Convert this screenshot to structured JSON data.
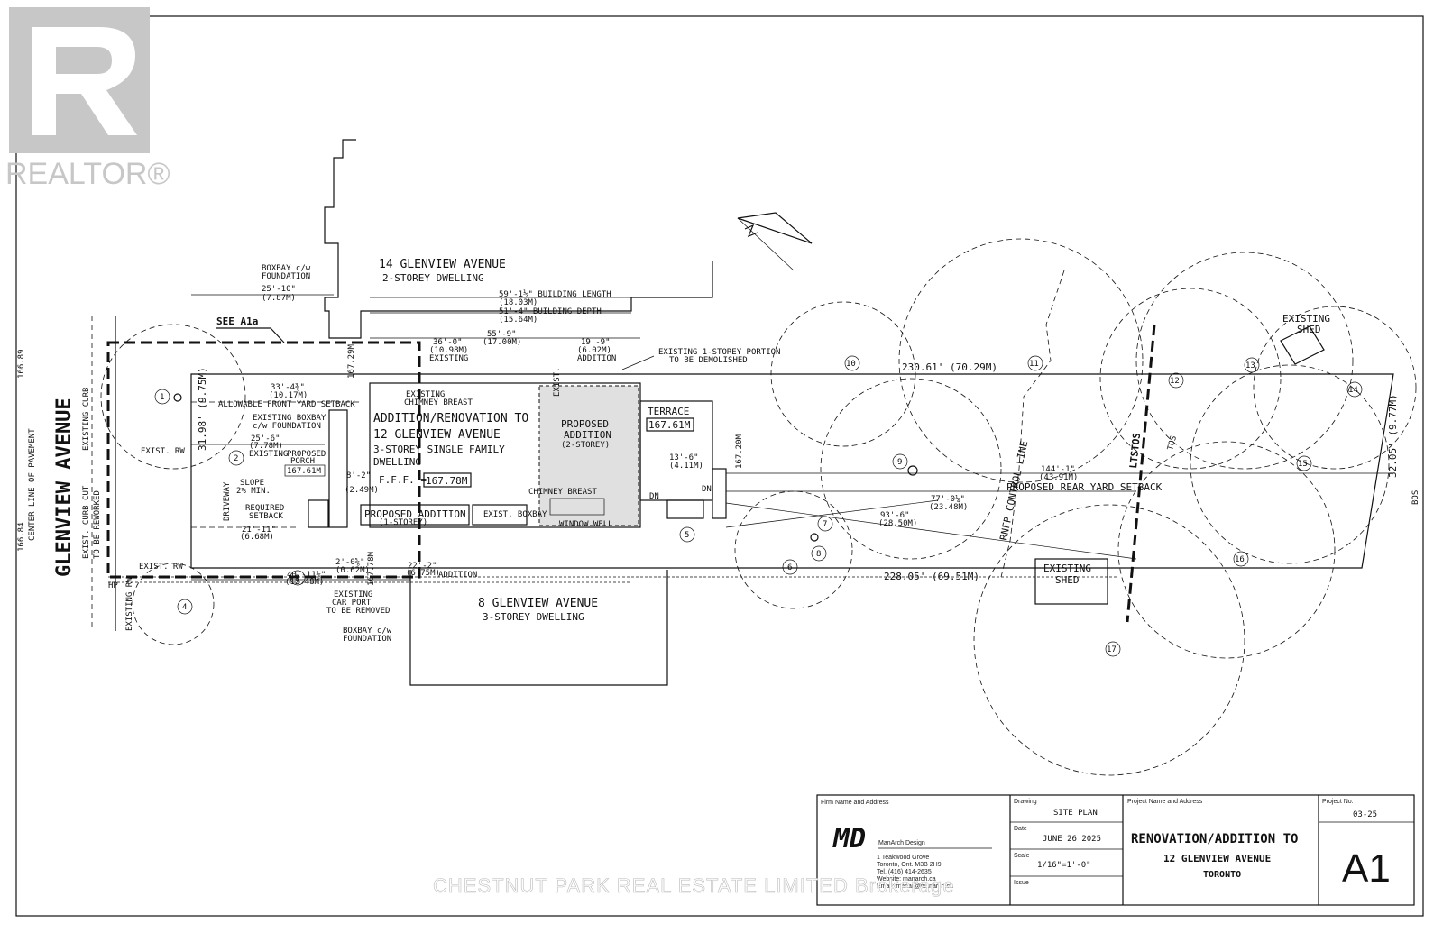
{
  "logo": {
    "text": "REALTOR®",
    "color": "#c7c7c7"
  },
  "watermark": "CHESTNUT PARK REAL ESTATE LIMITED Brokerage",
  "street": {
    "name": "GLENVIEW AVENUE",
    "center_line": "CENTER LINE OF PAVEMENT",
    "existing_curb": "EXISTING CURB",
    "curb_cut": "EXIST. CURB CUT",
    "to_be_reworked": "TO BE REWORKED",
    "existing_rw": "EXISTING RW",
    "grade_top": "166.89",
    "grade_bottom": "166.84",
    "hp": "HP"
  },
  "neighbors": {
    "north": {
      "address": "14 GLENVIEW AVENUE",
      "type": "2-STOREY DWELLING"
    },
    "south": {
      "address": "8 GLENVIEW AVENUE",
      "type": "3-STOREY DWELLING"
    }
  },
  "main_building": {
    "title1": "ADDITION/RENOVATION TO",
    "title2": "12 GLENVIEW AVENUE",
    "title3": "3-STOREY SINGLE FAMILY",
    "title4": "DWELLING",
    "fff_label": "F.F.F. =",
    "fff_value": "167.78M",
    "proposed_addition": "PROPOSED",
    "proposed_addition2": "ADDITION",
    "proposed_addition3": "(2-STOREY)",
    "proposed_addition_small": "PROPOSED ADDITION",
    "one_storey": "(1-STOREY)",
    "terrace": "TERRACE",
    "terrace_level": "167.61M",
    "existing_chimney": "EXISTING",
    "chimney_breast": "CHIMNEY BREAST",
    "chimney_breast2": "CHIMNEY BREAST",
    "window_well": "WINDOW WELL",
    "exist_boxbay": "EXIST. BOXBAY",
    "dn": "DN",
    "existing_1storey": "EXISTING 1-STOREY PORTION",
    "to_be_demolished": "TO BE DEMOLISHED"
  },
  "annotations": {
    "boxbay_cw": "BOXBAY c/w",
    "foundation": "FOUNDATION",
    "see_a1a": "SEE A1a",
    "allowable_setback": "ALLOWABLE FRONT YARD SETBACK",
    "existing_boxbay": "EXISTING BOXBAY",
    "cw_foundation": "c/w FOUNDATION",
    "proposed_porch": "PROPOSED",
    "porch": "PORCH",
    "porch_level": "167.61M",
    "existing": "EXISTING",
    "slope": "SLOPE",
    "slope_min": "2% MIN.",
    "driveway": "DRIVEWAY",
    "required": "REQUIRED",
    "setback": "SETBACK",
    "exist_rw": "EXIST. RW",
    "existing_carport": "EXISTING",
    "car_port": "CAR PORT",
    "to_be_removed": "TO BE REMOVED",
    "addition": "ADDITION",
    "existing_shed_top": "EXISTING",
    "shed_top": "SHED",
    "existing_shed_bottom": "EXISTING",
    "shed_bottom": "SHED",
    "rnfp": "RNFP CONTROL LINE",
    "ltstos": "LTSTOS",
    "tos": "TOS",
    "rear_setback": "PROPOSED REAR YARD SETBACK",
    "bos": "BOS",
    "existing_label": "EXISTING",
    "exist_label": "EXIST."
  },
  "dimensions": {
    "d_25_10": "25'-10\"",
    "d_7_87": "(7.87M)",
    "building_length": "59'-1½\" BUILDING LENGTH",
    "building_length_m": "(18.03M)",
    "building_depth": "51'-4\" BUILDING DEPTH",
    "building_depth_m": "(15.64M)",
    "d_55_9": "55'-9\"",
    "d_17_00": "(17.00M)",
    "d_36_0": "36'-0\"",
    "d_10_98": "(10.98M)",
    "d_19_9": "19'-9\"",
    "d_6_02": "(6.02M)",
    "d_33_4": "33'-4⅜\"",
    "d_10_17": "(10.17M)",
    "d_25_6": "25'-6\"",
    "d_7_78": "(7.78M)",
    "d_21_11": "21'-11\"",
    "d_6_68": "(6.68M)",
    "d_8_2": "8'-2\"",
    "d_2_49": "(2.49M)",
    "d_40_11": "40'-11⅛\"",
    "d_12_48": "(12.48M)",
    "d_2_0": "2'-0⅝\"",
    "d_0_62": "(0.62M)",
    "d_22_2": "22'-2\"",
    "d_6_75": "(6.75M)",
    "d_13_6": "13'-6\"",
    "d_4_11": "(4.11M)",
    "d_77_0": "77'-0¼\"",
    "d_23_48": "(23.48M)",
    "d_93_6": "93'-6\"",
    "d_28_50": "(28.50M)",
    "d_144_1": "144'-1\"",
    "d_43_91": "(43.91M)",
    "north_line": "230.61' (70.29M)",
    "south_line": "228.05' (69.51M)",
    "front_line": "31.98' (9.75M)",
    "rear_line": "32.05' (9.77M)",
    "grade_167_29": "167.29M",
    "grade_167_20": "167.20M",
    "grade_167_78": "167.78M"
  },
  "trees": [
    "1",
    "2",
    "3",
    "4",
    "5",
    "6",
    "7",
    "8",
    "9",
    "10",
    "11",
    "12",
    "13",
    "14",
    "15",
    "16",
    "17"
  ],
  "title_block": {
    "firm_label": "Firm Name and Address",
    "firm_logo": "MD",
    "firm_name": "ManArch Design",
    "firm_addr1": "1 Teakwood Grove",
    "firm_addr2": "Toronto, Ont. M3B 2H9",
    "firm_tel": "Tel. (416) 414-2635",
    "firm_web": "Website: manarch.ca",
    "firm_email": "Email: manar@manarch.ca",
    "drawing_label": "Drawing",
    "drawing": "SITE PLAN",
    "date_label": "Date",
    "date": "JUNE 26 2025",
    "scale_label": "Scale",
    "scale": "1/16\"=1'-0\"",
    "issue_label": "Issue",
    "project_label": "Project Name and Address",
    "project1": "RENOVATION/ADDITION TO",
    "project2": "12 GLENVIEW AVENUE",
    "project3": "TORONTO",
    "projno_label": "Project No.",
    "projno": "03-25",
    "sheet": "A1"
  }
}
